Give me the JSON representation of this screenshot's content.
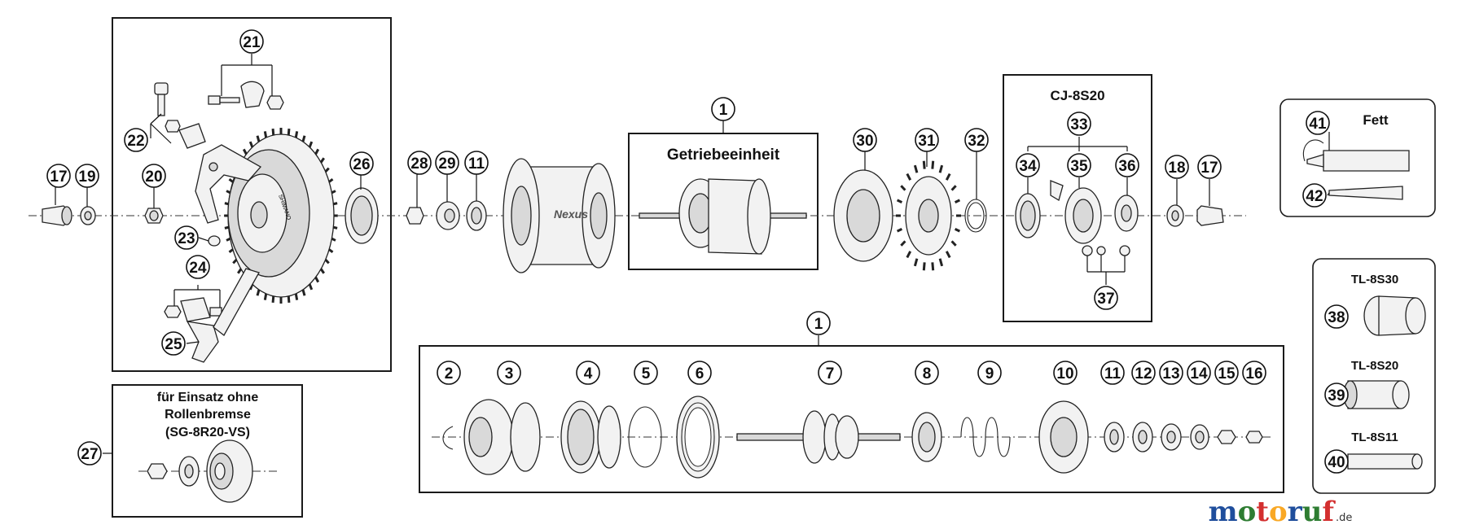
{
  "labels": {
    "gear_unit": "Getriebeeinheit",
    "cj_code": "CJ-8S20",
    "grease": "Fett",
    "tl_1": "TL-8S30",
    "tl_2": "TL-8S20",
    "tl_3": "TL-8S11",
    "variant_line1": "für Einsatz ohne",
    "variant_line2": "Rollenbremse",
    "variant_line3": "(SG-8R20-VS)",
    "hub_brand": "Nexus",
    "brake_brand": "SHIMANO"
  },
  "watermark": {
    "text": "motoruf",
    "suffix": ".de",
    "colors": [
      "#1f4e9c",
      "#2e7d32",
      "#d32f2f",
      "#f9a825",
      "#1f4e9c",
      "#2e7d32",
      "#d32f2f"
    ]
  },
  "callouts": {
    "top_row": [
      "17",
      "19",
      "20",
      "21",
      "22",
      "23",
      "24",
      "25",
      "26",
      "28",
      "29",
      "11",
      "1",
      "30",
      "31",
      "32",
      "33",
      "34",
      "35",
      "36",
      "37",
      "18",
      "17"
    ],
    "exploded_row": [
      "1",
      "2",
      "3",
      "4",
      "5",
      "6",
      "7",
      "8",
      "9",
      "10",
      "11",
      "12",
      "13",
      "14",
      "15",
      "16"
    ],
    "variant": [
      "27"
    ],
    "grease": [
      "41",
      "42"
    ],
    "tools": [
      "38",
      "39",
      "40"
    ]
  }
}
